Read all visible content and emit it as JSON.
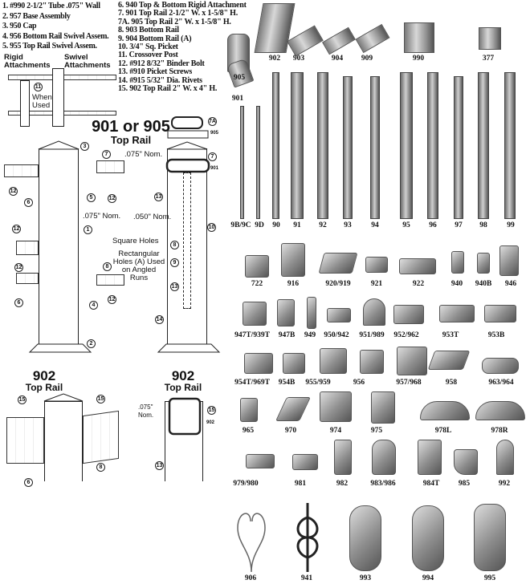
{
  "legend": {
    "left": [
      "1. #990 2-1/2\" Tube .075\" Wall",
      "2. 957 Base Assembly",
      "3. 950 Cap",
      "4. 956 Bottom Rail Swivel Assem.",
      "5. 955 Top Rail Swivel Assem."
    ],
    "right": [
      "6. 940 Top & Bottom Rigid Attachment",
      "7. 901 Top Rail 2-1/2\" W. x 1-5/8\" H.",
      "7A. 905 Top Rail 2\" W. x 1-5/8\" H.",
      "8. 903 Bottom Rail",
      "9. 904 Bottom Rail (A)",
      "10. 3/4\" Sq. Picket",
      "11. Crossover Post",
      "12. #912 8/32\" Binder Bolt",
      "13. #910 Picket Screws",
      "14. #915 5/32\" Dia. Rivets",
      "15. 902 Top Rail 2\" W. x 4\" H."
    ]
  },
  "diagram": {
    "rigid": "Rigid Attachments",
    "swivel": "Swivel Attachments",
    "when_used": "When Used",
    "title_901": "901 or 905",
    "title_901_sub": "Top Rail",
    "title_902a": "902",
    "title_902a_sub": "Top Rail",
    "title_902b": "902",
    "title_902b_sub": "Top Rail",
    "nom075": ".075\" Nom.",
    "nom075b": ".075\" Nom.",
    "nom050": ".050\" Nom.",
    "nom075c": ".075\" Nom.",
    "square_holes": "Square Holes",
    "rect_holes": "Rectangular Holes (A) Used on Angled Runs",
    "tag905": "905",
    "tag901": "901",
    "tag902": "902",
    "callouts": [
      "11",
      "3",
      "7",
      "12",
      "5",
      "6",
      "12",
      "1",
      "12",
      "12",
      "8",
      "6",
      "4",
      "12",
      "2",
      "7A",
      "7",
      "13",
      "10",
      "8",
      "9",
      "13",
      "14",
      "15",
      "15",
      "8",
      "6",
      "13",
      "15"
    ]
  },
  "rails": [
    "905",
    "902",
    "903",
    "904",
    "909",
    "990",
    "377",
    "901"
  ],
  "pickets": [
    "9B/9C",
    "9D",
    "90",
    "91",
    "92",
    "93",
    "94",
    "95",
    "96",
    "97",
    "98",
    "99"
  ],
  "parts": {
    "row1": [
      "722",
      "916",
      "920/919",
      "921",
      "922",
      "940",
      "940B",
      "946"
    ],
    "row2": [
      "947T/939T",
      "947B",
      "949",
      "950/942",
      "951/989",
      "952/962",
      "953T",
      "953B"
    ],
    "row3": [
      "954T/969T",
      "954B",
      "955/959",
      "956",
      "957/968",
      "958",
      "963/964"
    ],
    "row4": [
      "965",
      "970",
      "974",
      "975",
      "978L",
      "978R"
    ],
    "row5": [
      "979/980",
      "981",
      "982",
      "983/986",
      "984T",
      "985",
      "992"
    ],
    "row6": [
      "906",
      "941",
      "993",
      "994",
      "995"
    ]
  }
}
